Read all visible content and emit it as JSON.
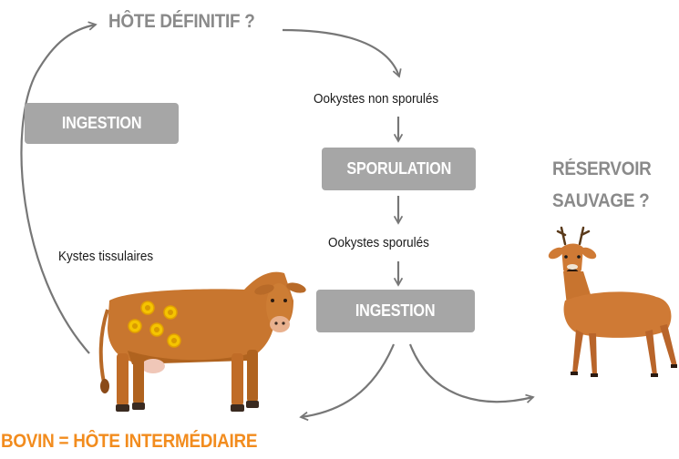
{
  "definitive_host": "HÔTE DÉFINITIF ?",
  "ingestion_left": "INGESTION",
  "unsporulated": "Ookystes non sporulés",
  "sporulation": "SPORULATION",
  "sporulated": "Ookystes sporulés",
  "ingestion_center": "INGESTION",
  "tissue_cysts": "Kystes tissulaires",
  "wild_reservoir_line1": "RÉSERVOIR",
  "wild_reservoir_line2": "SAUVAGE ?",
  "intermediate_host": "BOVIN = HÔTE INTERMÉDIAIRE",
  "colors": {
    "arrow": "#777777",
    "box": "#a6a6a6",
    "gray_text": "#8a8a8a",
    "orange_text": "#f28c1e",
    "cow": "#c8762f",
    "cyst": "#f5c400",
    "deer": "#cf7a35"
  }
}
